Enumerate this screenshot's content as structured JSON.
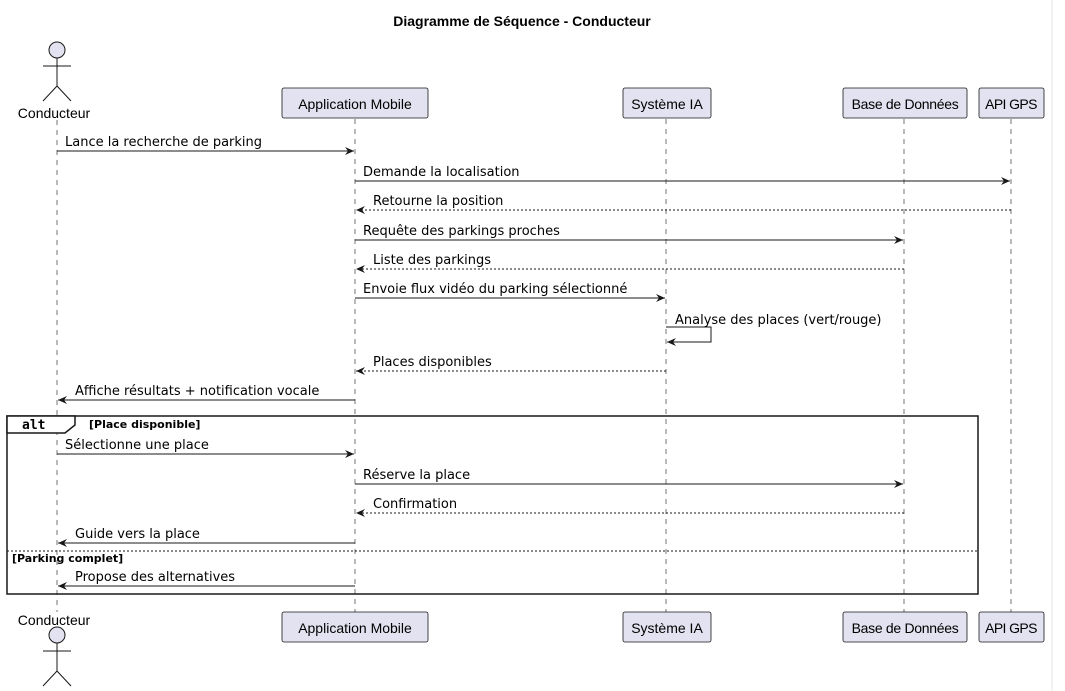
{
  "diagram": {
    "title": "Diagramme de Séquence - Conducteur",
    "participants": [
      {
        "id": "driver",
        "label": "Conducteur",
        "kind": "actor"
      },
      {
        "id": "app",
        "label": "Application Mobile",
        "kind": "participant"
      },
      {
        "id": "ai",
        "label": "Système IA",
        "kind": "participant"
      },
      {
        "id": "db",
        "label": "Base de Données",
        "kind": "participant"
      },
      {
        "id": "gps",
        "label": "API GPS",
        "kind": "participant"
      }
    ],
    "messages": [
      {
        "from": "driver",
        "to": "app",
        "label": "Lance la recherche de parking",
        "style": "solid"
      },
      {
        "from": "app",
        "to": "gps",
        "label": "Demande la localisation",
        "style": "solid"
      },
      {
        "from": "gps",
        "to": "app",
        "label": "Retourne la position",
        "style": "dashed"
      },
      {
        "from": "app",
        "to": "db",
        "label": "Requête des parkings proches",
        "style": "solid"
      },
      {
        "from": "db",
        "to": "app",
        "label": "Liste des parkings",
        "style": "dashed"
      },
      {
        "from": "app",
        "to": "ai",
        "label": "Envoie flux vidéo du parking sélectionné",
        "style": "solid"
      },
      {
        "from": "ai",
        "to": "ai",
        "label": "Analyse des places (vert/rouge)",
        "style": "solid"
      },
      {
        "from": "ai",
        "to": "app",
        "label": "Places disponibles",
        "style": "dashed"
      },
      {
        "from": "app",
        "to": "driver",
        "label": "Affiche résultats + notification vocale",
        "style": "solid"
      },
      {
        "from": "driver",
        "to": "app",
        "label": "Sélectionne une place",
        "style": "solid"
      },
      {
        "from": "app",
        "to": "db",
        "label": "Réserve la place",
        "style": "solid"
      },
      {
        "from": "db",
        "to": "app",
        "label": "Confirmation",
        "style": "dashed"
      },
      {
        "from": "app",
        "to": "driver",
        "label": "Guide vers la place",
        "style": "solid"
      },
      {
        "from": "app",
        "to": "driver",
        "label": "Propose des alternatives",
        "style": "solid"
      }
    ],
    "alt_fragment": {
      "keyword": "alt",
      "guard_1": "[Place disponible]",
      "guard_2": "[Parking complet]"
    }
  }
}
